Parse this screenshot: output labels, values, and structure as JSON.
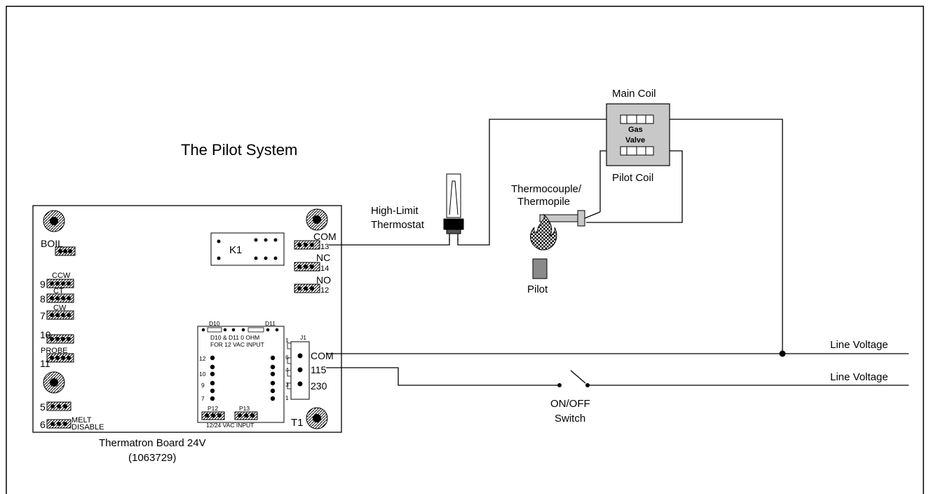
{
  "title": "The Pilot System",
  "board": {
    "name": "Thermatron Board 24V",
    "part_number": "(1063729)",
    "relay": "K1",
    "transformer": "T1",
    "left_labels": {
      "boil": "BOIL",
      "ccw": "CCW",
      "ct": "CT",
      "cw": "CW",
      "probe": "PROBE",
      "melt": "MELT",
      "disable": "DISABLE",
      "n9": "9",
      "n8": "8",
      "n7": "7",
      "n10": "10",
      "n11": "11",
      "n5": "5",
      "n6": "6"
    },
    "relay_terminals": {
      "com": "COM",
      "com_num": "13",
      "nc": "NC",
      "nc_num": "14",
      "no": "NO",
      "no_num": "12"
    },
    "power_terminals": {
      "com": "COM",
      "v115": "115",
      "v230": "230",
      "j1": "J1"
    },
    "inner": {
      "d10": "D10",
      "d11": "D11",
      "note1": "D10 & D11 0 OHM",
      "note2": "FOR 12 VAC INPUT",
      "p12": "P12",
      "p13": "P13",
      "p_note": "12/24 VAC INPUT",
      "n12": "12",
      "n10": "10",
      "n9": "9",
      "n7": "7",
      "r1": "1",
      "r6": "6",
      "r4": "4",
      "r3": "3",
      "r1b": "1"
    }
  },
  "components": {
    "high_limit_1": "High-Limit",
    "high_limit_2": "Thermostat",
    "main_coil": "Main Coil",
    "gas_valve_1": "Gas",
    "gas_valve_2": "Valve",
    "pilot_coil": "Pilot Coil",
    "thermocouple_1": "Thermocouple/",
    "thermocouple_2": "Thermopile",
    "pilot": "Pilot",
    "switch_1": "ON/OFF",
    "switch_2": "Switch",
    "line_voltage_1": "Line Voltage",
    "line_voltage_2": "Line Voltage"
  }
}
